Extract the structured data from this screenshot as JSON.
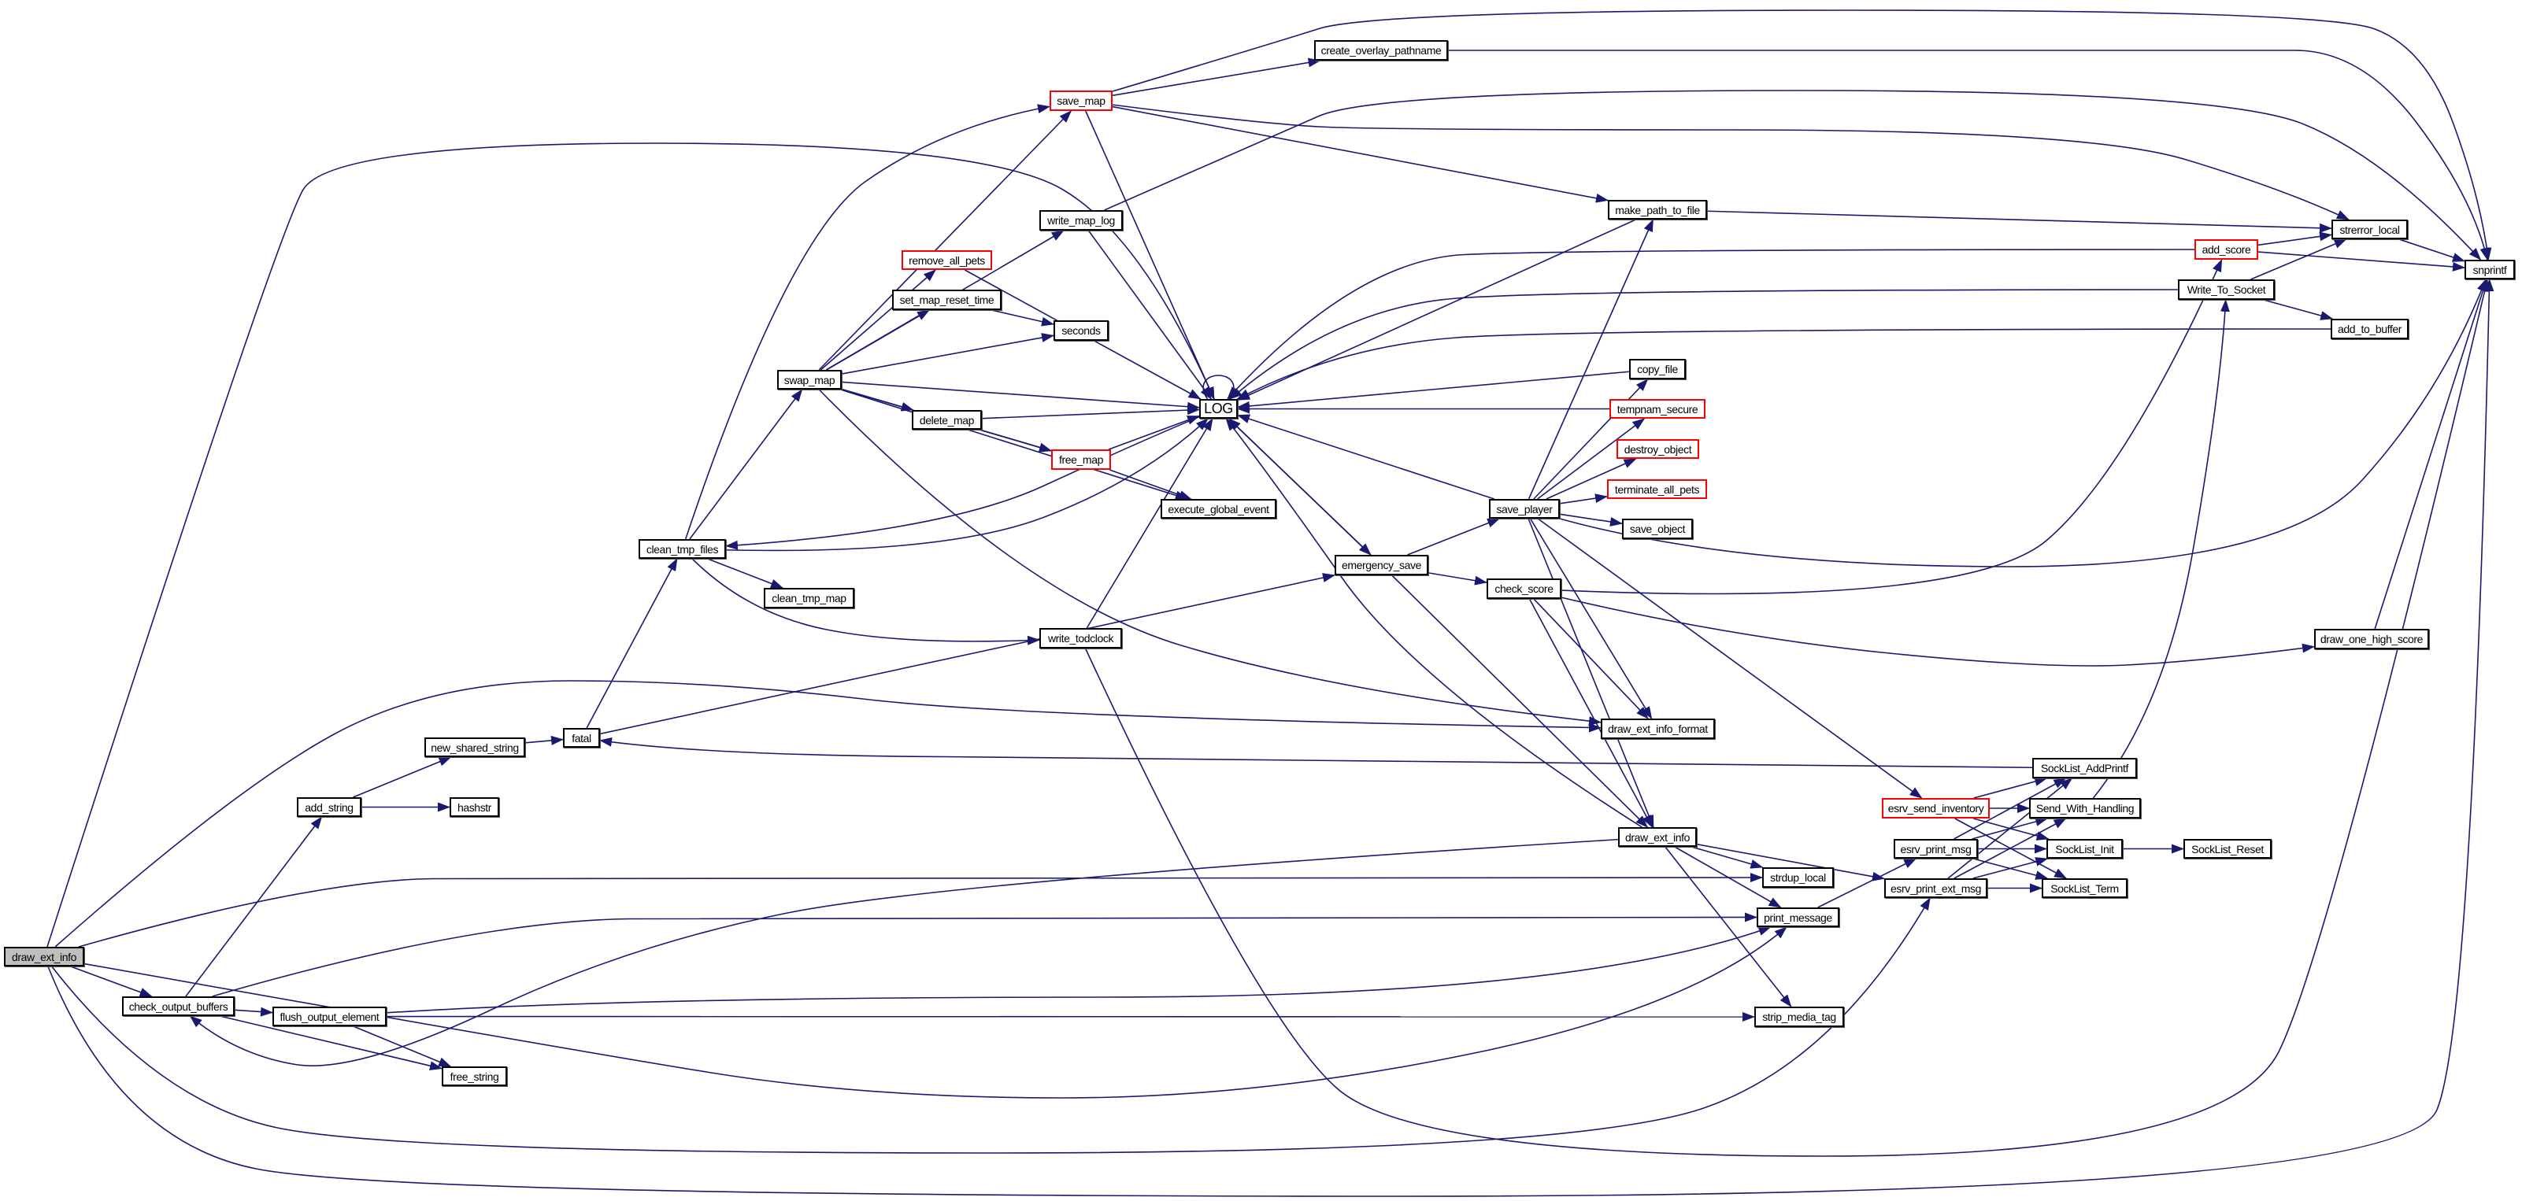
{
  "graph": {
    "type": "call-graph",
    "colors": {
      "edge": "#191970",
      "truncated_border": "#ff0000",
      "root_fill": "#bfbfbf"
    },
    "nodes": [
      {
        "id": "draw_ext_info",
        "label": "draw_ext_info",
        "role": "root"
      },
      {
        "id": "check_output_buffers",
        "label": "check_output_buffers"
      },
      {
        "id": "flush_output_element",
        "label": "flush_output_element"
      },
      {
        "id": "free_string",
        "label": "free_string"
      },
      {
        "id": "add_string",
        "label": "add_string"
      },
      {
        "id": "hashstr",
        "label": "hashstr"
      },
      {
        "id": "new_shared_string",
        "label": "new_shared_string"
      },
      {
        "id": "fatal",
        "label": "fatal"
      },
      {
        "id": "clean_tmp_files",
        "label": "clean_tmp_files"
      },
      {
        "id": "clean_tmp_map",
        "label": "clean_tmp_map"
      },
      {
        "id": "swap_map",
        "label": "swap_map"
      },
      {
        "id": "write_todclock",
        "label": "write_todclock"
      },
      {
        "id": "delete_map",
        "label": "delete_map"
      },
      {
        "id": "free_map",
        "label": "free_map",
        "truncated": true
      },
      {
        "id": "save_map",
        "label": "save_map",
        "truncated": true
      },
      {
        "id": "write_map_log",
        "label": "write_map_log"
      },
      {
        "id": "remove_all_pets",
        "label": "remove_all_pets",
        "truncated": true
      },
      {
        "id": "set_map_reset_time",
        "label": "set_map_reset_time"
      },
      {
        "id": "seconds",
        "label": "seconds"
      },
      {
        "id": "LOG",
        "label": "LOG"
      },
      {
        "id": "execute_global_event",
        "label": "execute_global_event"
      },
      {
        "id": "create_overlay_pathname",
        "label": "create_overlay_pathname"
      },
      {
        "id": "make_path_to_file",
        "label": "make_path_to_file"
      },
      {
        "id": "copy_file",
        "label": "copy_file"
      },
      {
        "id": "tempnam_secure",
        "label": "tempnam_secure",
        "truncated": true
      },
      {
        "id": "destroy_object",
        "label": "destroy_object",
        "truncated": true
      },
      {
        "id": "terminate_all_pets",
        "label": "terminate_all_pets",
        "truncated": true
      },
      {
        "id": "save_object",
        "label": "save_object"
      },
      {
        "id": "save_player",
        "label": "save_player"
      },
      {
        "id": "emergency_save",
        "label": "emergency_save"
      },
      {
        "id": "check_score",
        "label": "check_score"
      },
      {
        "id": "draw_ext_info_format",
        "label": "draw_ext_info_format"
      },
      {
        "id": "draw_ext_info_2",
        "label": "draw_ext_info"
      },
      {
        "id": "strdup_local",
        "label": "strdup_local"
      },
      {
        "id": "print_message",
        "label": "print_message"
      },
      {
        "id": "strip_media_tag",
        "label": "strip_media_tag"
      },
      {
        "id": "esrv_send_inventory",
        "label": "esrv_send_inventory",
        "truncated": true
      },
      {
        "id": "esrv_print_msg",
        "label": "esrv_print_msg"
      },
      {
        "id": "esrv_print_ext_msg",
        "label": "esrv_print_ext_msg"
      },
      {
        "id": "SockList_AddPrintf",
        "label": "SockList_AddPrintf"
      },
      {
        "id": "Send_With_Handling",
        "label": "Send_With_Handling"
      },
      {
        "id": "SockList_Init",
        "label": "SockList_Init"
      },
      {
        "id": "SockList_Term",
        "label": "SockList_Term"
      },
      {
        "id": "SockList_Reset",
        "label": "SockList_Reset"
      },
      {
        "id": "draw_one_high_score",
        "label": "draw_one_high_score"
      },
      {
        "id": "add_score",
        "label": "add_score",
        "truncated": true
      },
      {
        "id": "Write_To_Socket",
        "label": "Write_To_Socket"
      },
      {
        "id": "strerror_local",
        "label": "strerror_local"
      },
      {
        "id": "add_to_buffer",
        "label": "add_to_buffer"
      },
      {
        "id": "snprintf",
        "label": "snprintf"
      }
    ],
    "edges": [
      [
        "draw_ext_info",
        "LOG"
      ],
      [
        "draw_ext_info",
        "draw_ext_info_format"
      ],
      [
        "draw_ext_info",
        "strdup_local"
      ],
      [
        "draw_ext_info",
        "check_output_buffers"
      ],
      [
        "draw_ext_info",
        "print_message"
      ],
      [
        "draw_ext_info",
        "esrv_print_ext_msg"
      ],
      [
        "draw_ext_info",
        "snprintf"
      ],
      [
        "check_output_buffers",
        "add_string"
      ],
      [
        "check_output_buffers",
        "flush_output_element"
      ],
      [
        "check_output_buffers",
        "free_string"
      ],
      [
        "check_output_buffers",
        "print_message"
      ],
      [
        "flush_output_element",
        "free_string"
      ],
      [
        "flush_output_element",
        "print_message"
      ],
      [
        "flush_output_element",
        "strip_media_tag"
      ],
      [
        "add_string",
        "new_shared_string"
      ],
      [
        "add_string",
        "hashstr"
      ],
      [
        "new_shared_string",
        "fatal"
      ],
      [
        "fatal",
        "clean_tmp_files"
      ],
      [
        "fatal",
        "emergency_save"
      ],
      [
        "clean_tmp_files",
        "swap_map"
      ],
      [
        "clean_tmp_files",
        "save_map"
      ],
      [
        "clean_tmp_files",
        "clean_tmp_map"
      ],
      [
        "clean_tmp_files",
        "write_todclock"
      ],
      [
        "clean_tmp_files",
        "LOG"
      ],
      [
        "LOG",
        "clean_tmp_files"
      ],
      [
        "LOG",
        "LOG"
      ],
      [
        "LOG",
        "emergency_save"
      ],
      [
        "swap_map",
        "save_map"
      ],
      [
        "swap_map",
        "write_map_log"
      ],
      [
        "swap_map",
        "remove_all_pets"
      ],
      [
        "swap_map",
        "set_map_reset_time"
      ],
      [
        "swap_map",
        "seconds"
      ],
      [
        "swap_map",
        "LOG"
      ],
      [
        "swap_map",
        "delete_map"
      ],
      [
        "swap_map",
        "free_map"
      ],
      [
        "swap_map",
        "execute_global_event"
      ],
      [
        "swap_map",
        "draw_ext_info_format"
      ],
      [
        "save_map",
        "create_overlay_pathname"
      ],
      [
        "save_map",
        "snprintf"
      ],
      [
        "save_map",
        "strerror_local"
      ],
      [
        "save_map",
        "make_path_to_file"
      ],
      [
        "save_map",
        "LOG"
      ],
      [
        "create_overlay_pathname",
        "snprintf"
      ],
      [
        "write_map_log",
        "snprintf"
      ],
      [
        "write_map_log",
        "LOG"
      ],
      [
        "remove_all_pets",
        "LOG"
      ],
      [
        "set_map_reset_time",
        "seconds"
      ],
      [
        "delete_map",
        "LOG"
      ],
      [
        "delete_map",
        "free_map"
      ],
      [
        "free_map",
        "LOG"
      ],
      [
        "free_map",
        "execute_global_event"
      ],
      [
        "write_todclock",
        "LOG"
      ],
      [
        "write_todclock",
        "snprintf"
      ],
      [
        "make_path_to_file",
        "LOG"
      ],
      [
        "make_path_to_file",
        "strerror_local"
      ],
      [
        "emergency_save",
        "LOG"
      ],
      [
        "emergency_save",
        "save_player"
      ],
      [
        "emergency_save",
        "check_score"
      ],
      [
        "emergency_save",
        "draw_ext_info_2"
      ],
      [
        "save_player",
        "LOG"
      ],
      [
        "save_player",
        "make_path_to_file"
      ],
      [
        "save_player",
        "copy_file"
      ],
      [
        "save_player",
        "tempnam_secure"
      ],
      [
        "save_player",
        "destroy_object"
      ],
      [
        "save_player",
        "terminate_all_pets"
      ],
      [
        "save_player",
        "save_object"
      ],
      [
        "save_player",
        "snprintf"
      ],
      [
        "save_player",
        "draw_ext_info_format"
      ],
      [
        "save_player",
        "draw_ext_info_2"
      ],
      [
        "save_player",
        "esrv_send_inventory"
      ],
      [
        "copy_file",
        "LOG"
      ],
      [
        "tempnam_secure",
        "LOG"
      ],
      [
        "check_score",
        "add_score"
      ],
      [
        "check_score",
        "draw_one_high_score"
      ],
      [
        "check_score",
        "draw_ext_info_format"
      ],
      [
        "check_score",
        "draw_ext_info_2"
      ],
      [
        "add_score",
        "LOG"
      ],
      [
        "add_score",
        "strerror_local"
      ],
      [
        "add_score",
        "snprintf"
      ],
      [
        "strerror_local",
        "snprintf"
      ],
      [
        "Write_To_Socket",
        "LOG"
      ],
      [
        "Write_To_Socket",
        "strerror_local"
      ],
      [
        "Write_To_Socket",
        "add_to_buffer"
      ],
      [
        "add_to_buffer",
        "LOG"
      ],
      [
        "draw_one_high_score",
        "snprintf"
      ],
      [
        "draw_ext_info_2",
        "LOG"
      ],
      [
        "draw_ext_info_2",
        "check_output_buffers"
      ],
      [
        "draw_ext_info_2",
        "strdup_local"
      ],
      [
        "draw_ext_info_2",
        "print_message"
      ],
      [
        "draw_ext_info_2",
        "strip_media_tag"
      ],
      [
        "draw_ext_info_2",
        "esrv_print_ext_msg"
      ],
      [
        "print_message",
        "esrv_print_msg"
      ],
      [
        "esrv_print_msg",
        "SockList_AddPrintf"
      ],
      [
        "esrv_print_msg",
        "Send_With_Handling"
      ],
      [
        "esrv_print_msg",
        "SockList_Init"
      ],
      [
        "esrv_print_msg",
        "SockList_Term"
      ],
      [
        "esrv_print_ext_msg",
        "SockList_AddPrintf"
      ],
      [
        "esrv_print_ext_msg",
        "Send_With_Handling"
      ],
      [
        "esrv_print_ext_msg",
        "SockList_Init"
      ],
      [
        "esrv_print_ext_msg",
        "SockList_Term"
      ],
      [
        "esrv_send_inventory",
        "SockList_AddPrintf"
      ],
      [
        "esrv_send_inventory",
        "Send_With_Handling"
      ],
      [
        "esrv_send_inventory",
        "SockList_Init"
      ],
      [
        "esrv_send_inventory",
        "SockList_Term"
      ],
      [
        "SockList_Init",
        "SockList_Reset"
      ],
      [
        "SockList_AddPrintf",
        "fatal"
      ],
      [
        "Send_With_Handling",
        "Write_To_Socket"
      ]
    ]
  }
}
